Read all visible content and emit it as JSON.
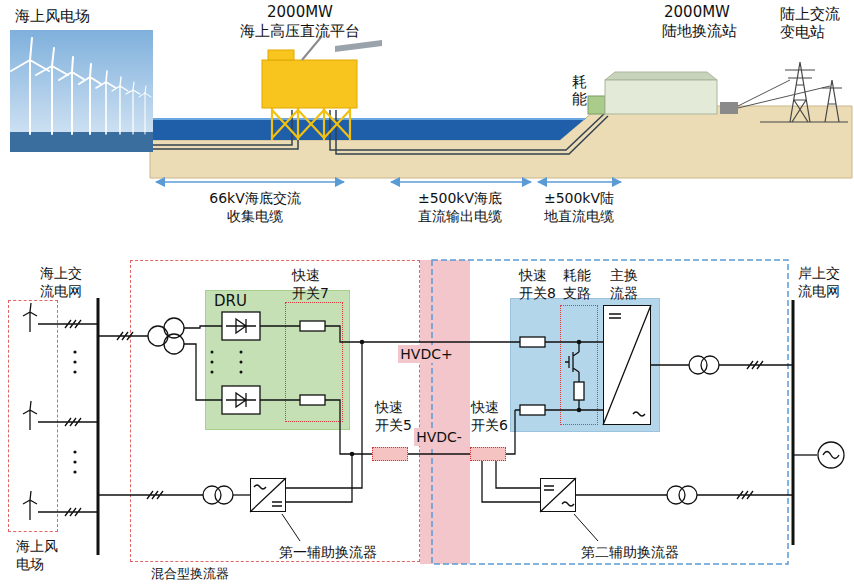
{
  "diagram": {
    "nodes": [
      {
        "text": [
          "海上风 电场"
        ]
      },
      {
        "text": [
          "混合型换流器"
        ]
      },
      {
        "text": [
          "DRU"
        ],
        "in": 1
      },
      {
        "text": [
          "快速 开关7"
        ],
        "in": 2
      },
      {
        "text": [
          "快速 开关5"
        ],
        "in": 1
      },
      {
        "text": [
          "第一辅助换流器"
        ],
        "in": 1
      },
      {
        "text": [
          "快速 开关8"
        ]
      },
      {
        "text": [
          "耗能 支路"
        ],
        "in": 6
      },
      {
        "text": [
          "主换 流器"
        ],
        "in": 6
      },
      {
        "text": [
          "快速 开关6"
        ]
      },
      {
        "text": [
          "第二辅助换流器"
        ]
      }
    ],
    "edges": [
      {
        "from": 3,
        "to": 6,
        "arrow": "none",
        "label": "HVDC+"
      },
      {
        "from": 4,
        "to": 9,
        "arrow": "none",
        "label": "HVDC-"
      }
    ],
    "labels": [
      "海上风电场",
      "2000MW",
      "海上高压直流平台",
      "2000MW",
      "陆地换流站",
      "陆上交流 变电站",
      "耗能",
      "66kV海底交流 收集电缆",
      "±500kV海底 直流输出电缆",
      "±500kV陆 地直流电缆",
      "海上交 流电网",
      "岸上交 流电网"
    ]
  }
}
